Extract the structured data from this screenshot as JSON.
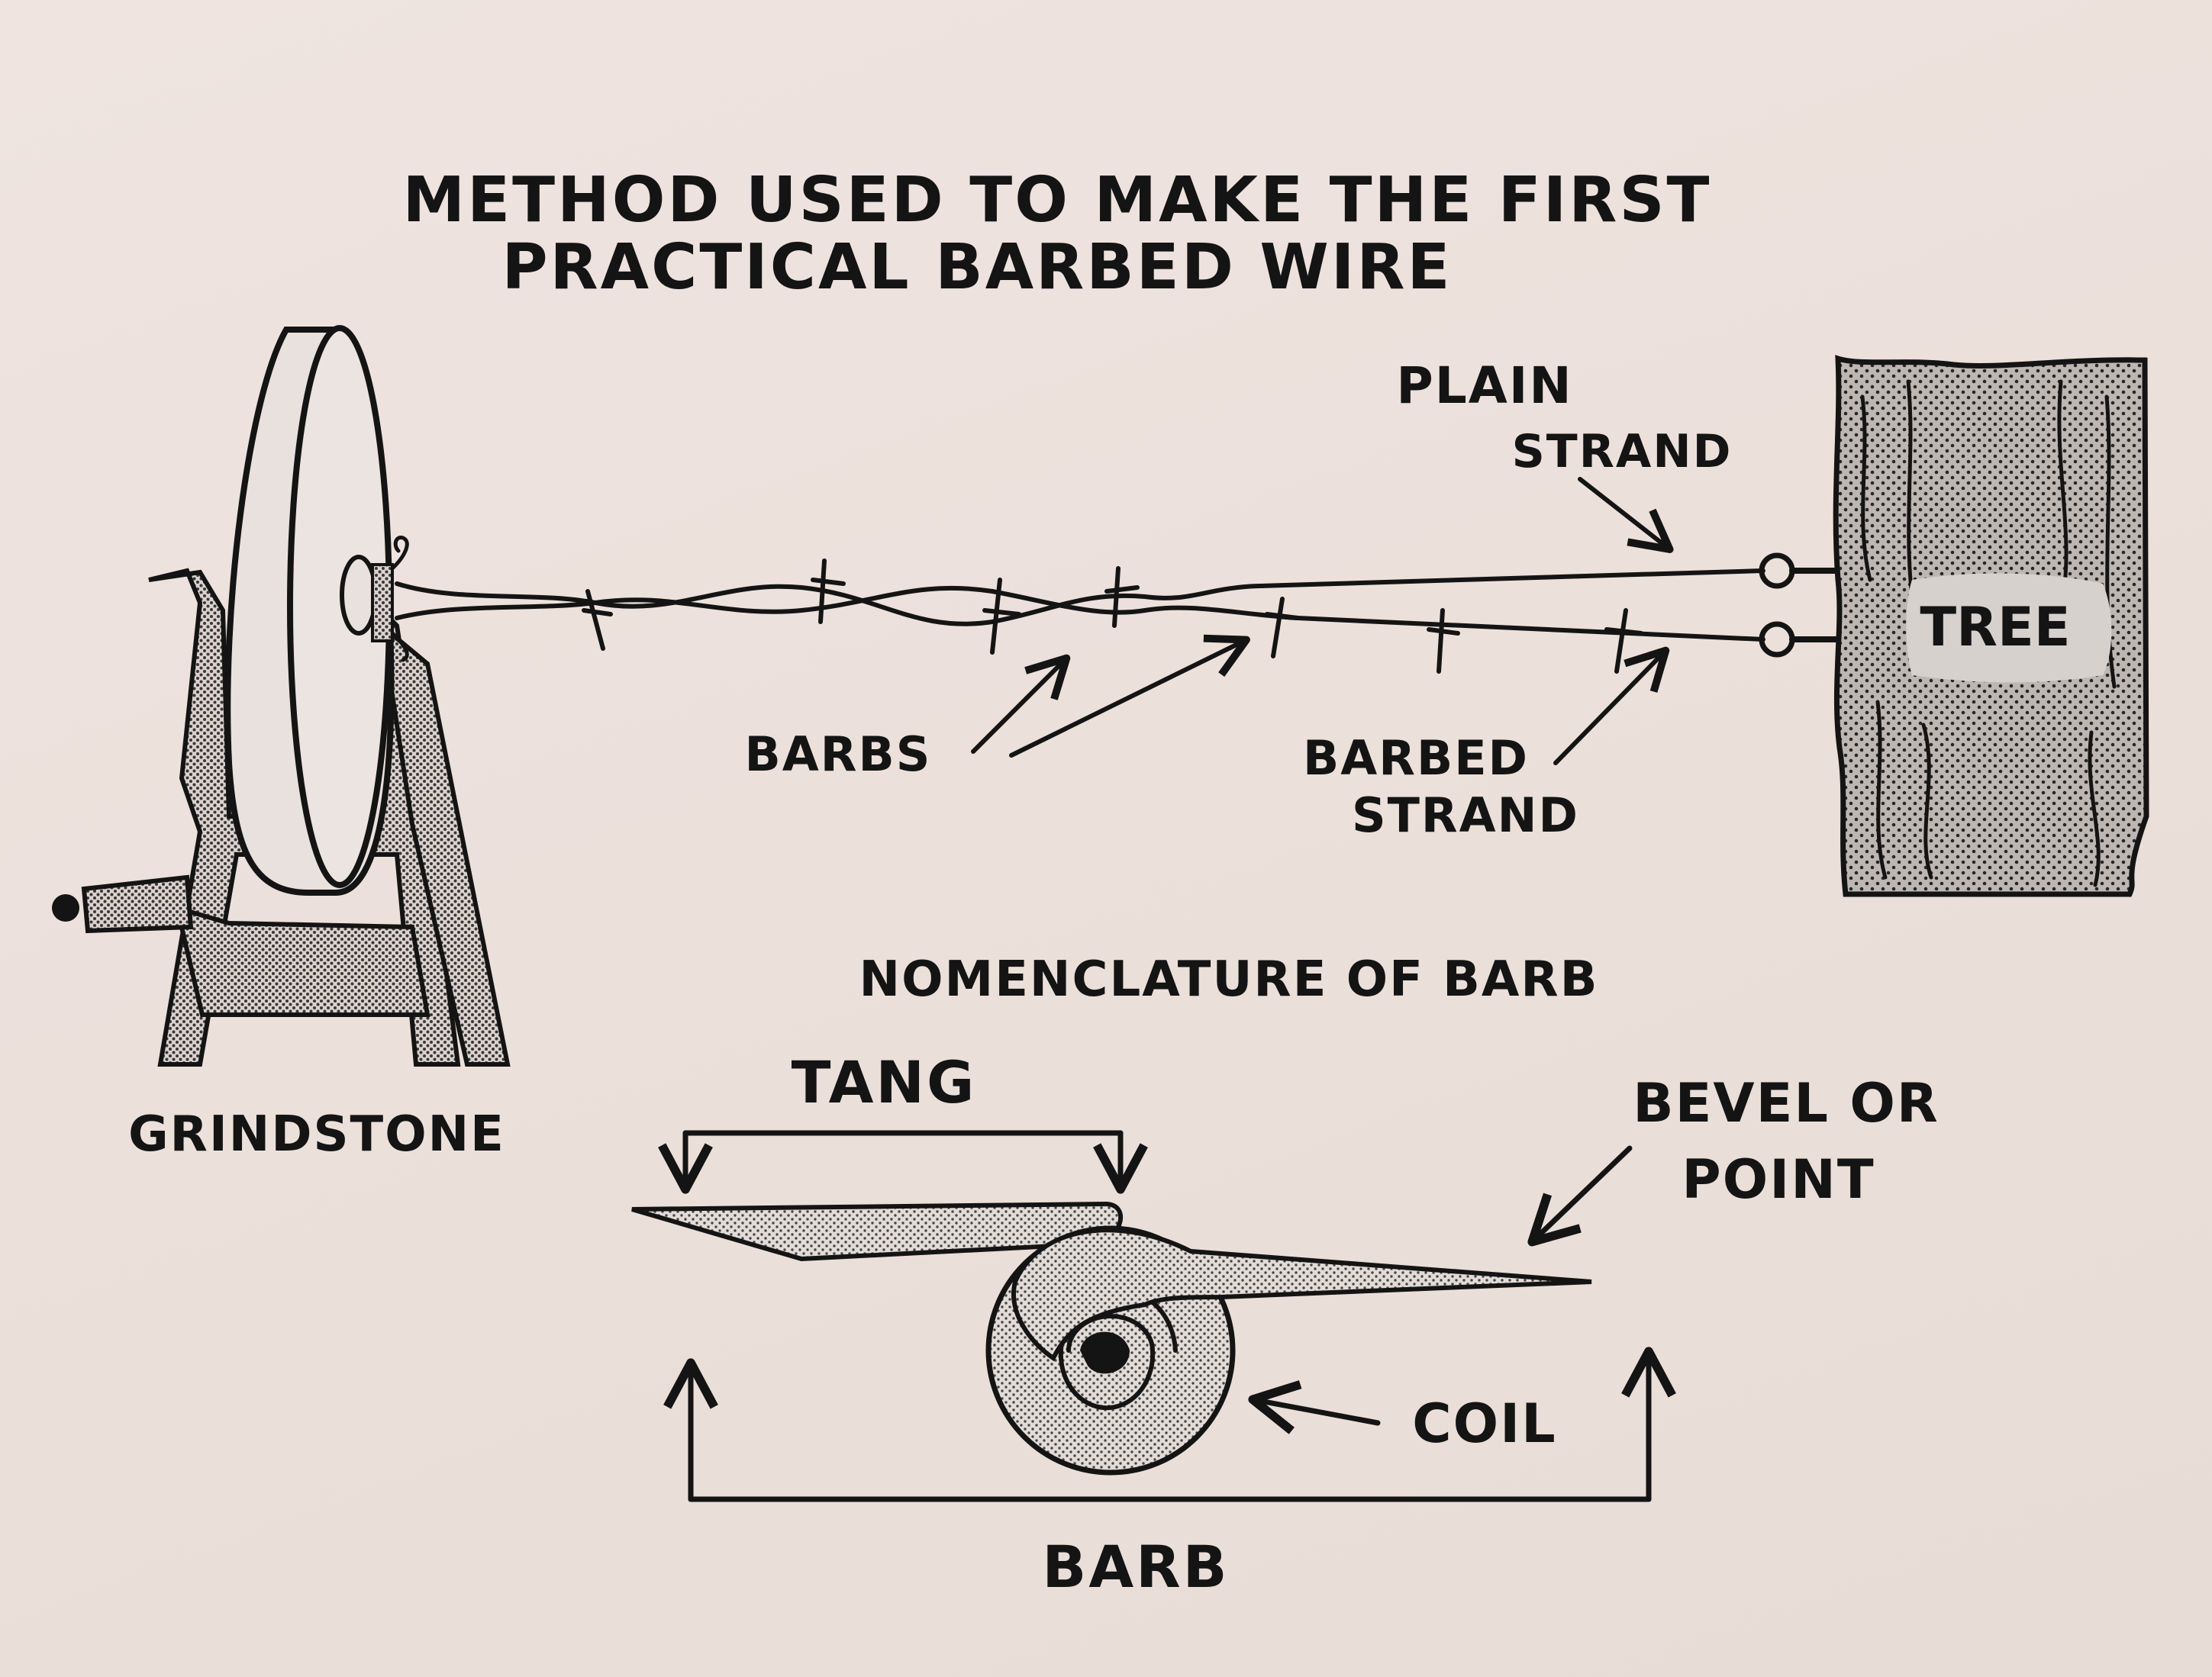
{
  "title": {
    "line1": "METHOD USED TO MAKE THE FIRST",
    "line2": "PRACTICAL BARBED WIRE"
  },
  "labels": {
    "plain": "PLAIN",
    "strand": "STRAND",
    "tree": "TREE",
    "barbs": "BARBS",
    "barbed": "BARBED",
    "barbed_strand": "STRAND",
    "grindstone": "GRINDSTONE",
    "nomenclature": "NOMENCLATURE OF BARB",
    "tang": "TANG",
    "bevel": "BEVEL OR",
    "point": "POINT",
    "coil": "COIL",
    "barb": "BARB"
  },
  "colors": {
    "ink": "#141414",
    "paper": "#ece0db",
    "stipple": "#8a8482"
  }
}
